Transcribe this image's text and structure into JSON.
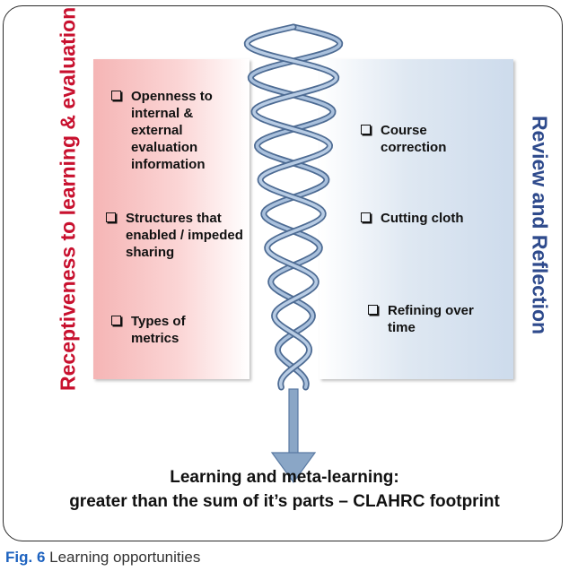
{
  "left_panel": {
    "title": "Receptiveness to learning & evaluation",
    "items": [
      "Openness to internal & external evaluation information",
      "Structures that enabled / impeded sharing",
      "Types of metrics"
    ]
  },
  "right_panel": {
    "title": "Review and Reflection",
    "items": [
      "Course correction",
      "Cutting cloth",
      "Refining over time"
    ]
  },
  "caption": {
    "line1": "Learning and meta-learning:",
    "line2": "greater than the sum of it’s parts – CLAHRC footprint"
  },
  "figure": {
    "label": "Fig. 6",
    "title": "Learning opportunities"
  },
  "colors": {
    "left_accent": "#c8102e",
    "right_accent": "#2e4a8c",
    "helix": "#7f9cc0",
    "fig_label": "#1e63c0"
  }
}
